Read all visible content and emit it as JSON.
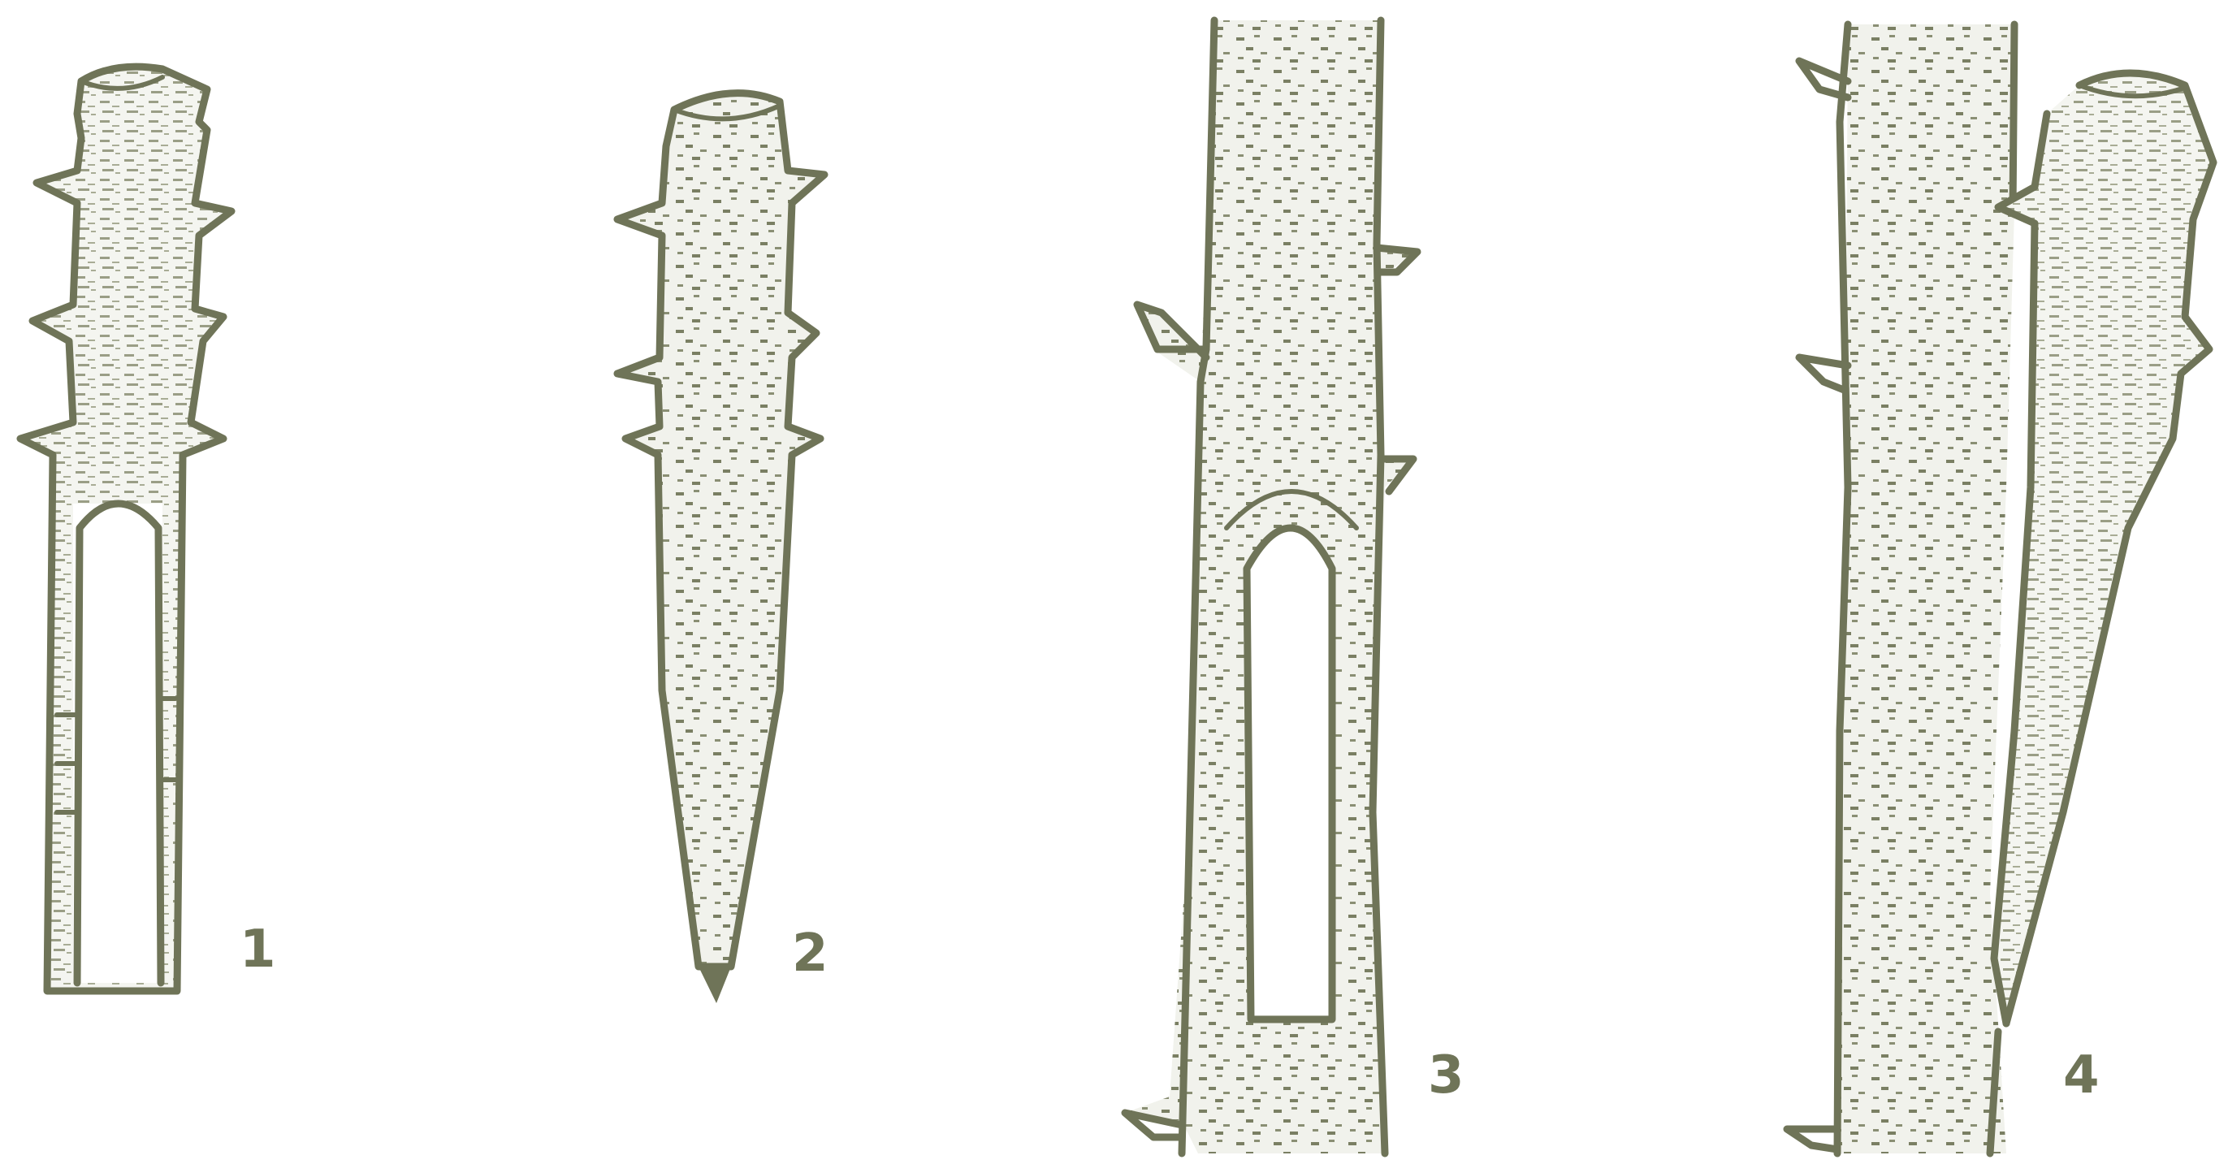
{
  "figures": [
    {
      "label": "1"
    },
    {
      "label": "2"
    },
    {
      "label": "3"
    },
    {
      "label": "4"
    }
  ]
}
